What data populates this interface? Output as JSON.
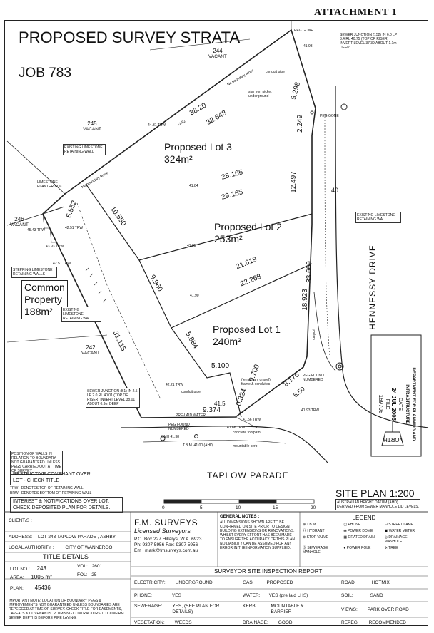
{
  "attachment": "ATTACHMENT 1",
  "title": "PROPOSED SURVEY STRATA",
  "job": "JOB 783",
  "lots": [
    {
      "name": "Proposed Lot 3",
      "area": "324m²"
    },
    {
      "name": "Proposed Lot 2",
      "area": "253m²"
    },
    {
      "name": "Proposed Lot 1",
      "area": "240m²"
    }
  ],
  "common_property": {
    "line1": "Common",
    "line2": "Property",
    "area": "188m²"
  },
  "neighbours": {
    "n244": "244",
    "n245": "245",
    "n246": "246",
    "n242": "242",
    "vacant": "VACANT"
  },
  "roads": {
    "hennessy": "HENNESSY DRIVE",
    "taplow": "TAPLOW PARADE"
  },
  "dims": {
    "d38_20": "38.20",
    "d32_648": "32.648",
    "d9_298": "9.298",
    "d2_249": "2.249",
    "d28_165": "28.165",
    "d29_165": "29.165",
    "d12_497": "12.497",
    "d10_550": "10.550",
    "d5_552": "5.552",
    "d21_619": "21.619",
    "d22_268": "22.268",
    "d9_960": "9.960",
    "d33_669": "33.669",
    "d18_923": "18.923",
    "d31_115": "31.115",
    "d5_884": "5.884",
    "d5_100": "5.100",
    "d0_700": "0.700",
    "d0_324": "0.324",
    "d9_374": "9.374",
    "d41_5": "41.5",
    "d8_176": "8.176",
    "d6_50": "6.50",
    "d40": "40"
  },
  "levels": {
    "l44_31": "44.31 TRW",
    "l41_82": "41.82",
    "l41_93": "41.93",
    "l41_84": "41.84",
    "l41_85": "41.85",
    "l41_90": "41.90",
    "l43_93": "43.93 TRW",
    "l42_51a": "42.51 TRW",
    "l42_51b": "42.51 TRW",
    "l45_43": "45.43 TRW",
    "l42_21": "42.21 TRW",
    "l41_56": "41.56 TRW",
    "l41_66": "41.66 TRW",
    "l41_93b": "41.93 TRW"
  },
  "notes": {
    "sewer_top": "SEWER JUNCTION (152) IN 6.0 LP 3.4 RL 40.75 (TOP OF RISER) INVERT LEVEL 37.39 ABOUT 1.1m DEEP",
    "sewer_bottom": "SEWER JUNCTION (B1) IN 2.5 LP 2.0 RL 40.01 (TOP OF RISER) INVERT LEVEL 38.01 ABOUT 0.9m DEEP",
    "retaining1": "EXISTING LIMESTONE RETAINING WALL",
    "retaining2": "EXISTING LIMESTONE RETAINING WALL",
    "retaining3": "EXISTING LIMESTONE RETAINING WALL",
    "planter": "LIMESTONE PLANTER BOX",
    "stepping": "STEPPING LIMESTONE RETAINING WALLS",
    "no_fence1": "No boundary fence",
    "no_fence2": "No boundary fence",
    "conduit1": "conduit pipe",
    "conduit2": "conduit pipe",
    "star_picket": "star iron picket underground",
    "carport": "carport",
    "temp_gravel": "(temporary gravel) frame & conduites",
    "preload": "PRE-LAID WATER",
    "peg1": "PEG FOUND NUMBERED",
    "peg2": "PEG FOUND NUMBERED",
    "peg_gone": "PEG GONE",
    "peg_gone2": "PEG GONE",
    "footpath": "concrete footpath",
    "smh": "SMH 41.38",
    "tbm": "T.B.M. 41.00 (AHD)",
    "mountable": "mountable kerb",
    "wall_note": "POSITION OF WALLS IN RELATION TO BOUNDARY NOT GUARANTEED UNLESS PEGS CARRIED OUT AT TIME OF SURVEY",
    "restrictive": "RESTRICTIVE COVENANT OVER LOT - CHECK TITLE",
    "trw": "TRW - DENOTES TOP OF RETAINING WALL",
    "brw": "BRW - DENOTES BOTTOM OF RETAINING WALL",
    "interests": "INTEREST & NOTIFICATIONS OVER LOT. CHECK DEPOSITED PLAN FOR DETAILS.",
    "dept_stamp": "DEPARTMENT FOR PLANNING AND INFRASTRUCTURE",
    "stamp_date_label": "DATE",
    "stamp_date": "24 JUL 2006",
    "stamp_file_label": "FILE",
    "stamp_file": "169708",
    "north": "NORTH"
  },
  "site_plan": {
    "label": "SITE PLAN 1:200",
    "datum1": "AUSTRALIAN HEIGHT DATUM (AHD)",
    "datum2": "DERIVED FROM SEWER MANHOLE LID LEVELS.",
    "ticks": [
      "0",
      "5",
      "10",
      "15",
      "20"
    ]
  },
  "client": {
    "client_label": "CLIENT/S :",
    "address_label": "ADDRESS:",
    "address": "LOT 243 TAPLOW PARADE , ASHBY",
    "authority_label": "LOCAL AUTHORITY :",
    "authority": "CITY OF WANNEROO"
  },
  "title_details": {
    "heading": "TITLE DETAILS",
    "lot_label": "LOT NO.:",
    "lot": "243",
    "vol_label": "VOL:",
    "vol": "2601",
    "area_label": "AREA:",
    "area": "1005 m²",
    "fol_label": "FOL:",
    "fol": "25",
    "plan_label": "PLAN:",
    "plan": "45436"
  },
  "important": "IMPORTANT NOTE: LOCATION OF BOUNDARY PEGS & IMPROVEMENTS NOT GUARANTEED UNLESS BOUNDARIES ARE REPEGGED AT TIME OF SURVEY. CHECK TITLE FOR EASEMENTS, CAVEATS & COVENANTS. PLUMBING CONTRACTORS TO CONFIRM SEWER DEPTHS BEFORE PIPE LAYING.",
  "company": {
    "name": "F.M. SURVEYS",
    "sub": "Licensed Surveyors",
    "addr1": "P.O. Box 227 Hillarys, W.A. 6923",
    "addr2": "Ph: 9307 5956  Fax: 9307 5956",
    "email": "Em : mark@fmsurveys.com.au"
  },
  "general_notes": {
    "heading": "GENERAL NOTES :",
    "text": "ALL DIMENSIONS SHOWN ARE TO BE CONFIRMED ON SITE PRIOR TO DESIGN , BUILDING EXTENSIONS OR RENOVATIONS. WHILST EVERY EFFORT HAS BEEN MADE TO ENSURE THE ACCURACY OF THIS PLAN NO LIABILITY CAN BE ASSUMED FOR ANY ERROR IN THE INFORMATION SUPPLIED."
  },
  "legend": {
    "heading": "LEGEND",
    "items": [
      "T.B.M.",
      "PHONE",
      "STREET LAMP",
      "HYDRANT",
      "POWER DOME",
      "WATER METER",
      "STOP VALVE",
      "GRATED DRAIN",
      "DRAINAGE MANHOLE",
      "SEWERAGE MANHOLE",
      "POWER POLE",
      "TREE"
    ]
  },
  "report": {
    "heading": "SURVEYOR SITE INSPECTION REPORT",
    "rows": [
      [
        {
          "k": "ELECTRICITY:",
          "v": "UNDERGROUND"
        },
        {
          "k": "GAS:",
          "v": "PROPOSED"
        },
        {
          "k": "ROAD:",
          "v": "HOTMIX"
        }
      ],
      [
        {
          "k": "PHONE:",
          "v": "YES"
        },
        {
          "k": "WATER:",
          "v": "YES (pre laid LHS)"
        },
        {
          "k": "SOIL:",
          "v": "SAND"
        }
      ],
      [
        {
          "k": "SEWERAGE:",
          "v": "YES, (SEE PLAN FOR DETAILS)"
        },
        {
          "k": "KERB:",
          "v": "MOUNTABLE & BARRIER"
        },
        {
          "k": "VIEWS:",
          "v": "PARK OVER ROAD"
        }
      ],
      [
        {
          "k": "VEGETATION:",
          "v": "WEEDS"
        },
        {
          "k": "DRAINAGE:",
          "v": "GOOD"
        },
        {
          "k": "REPEG:",
          "v": "RECOMMENDED"
        }
      ]
    ]
  }
}
